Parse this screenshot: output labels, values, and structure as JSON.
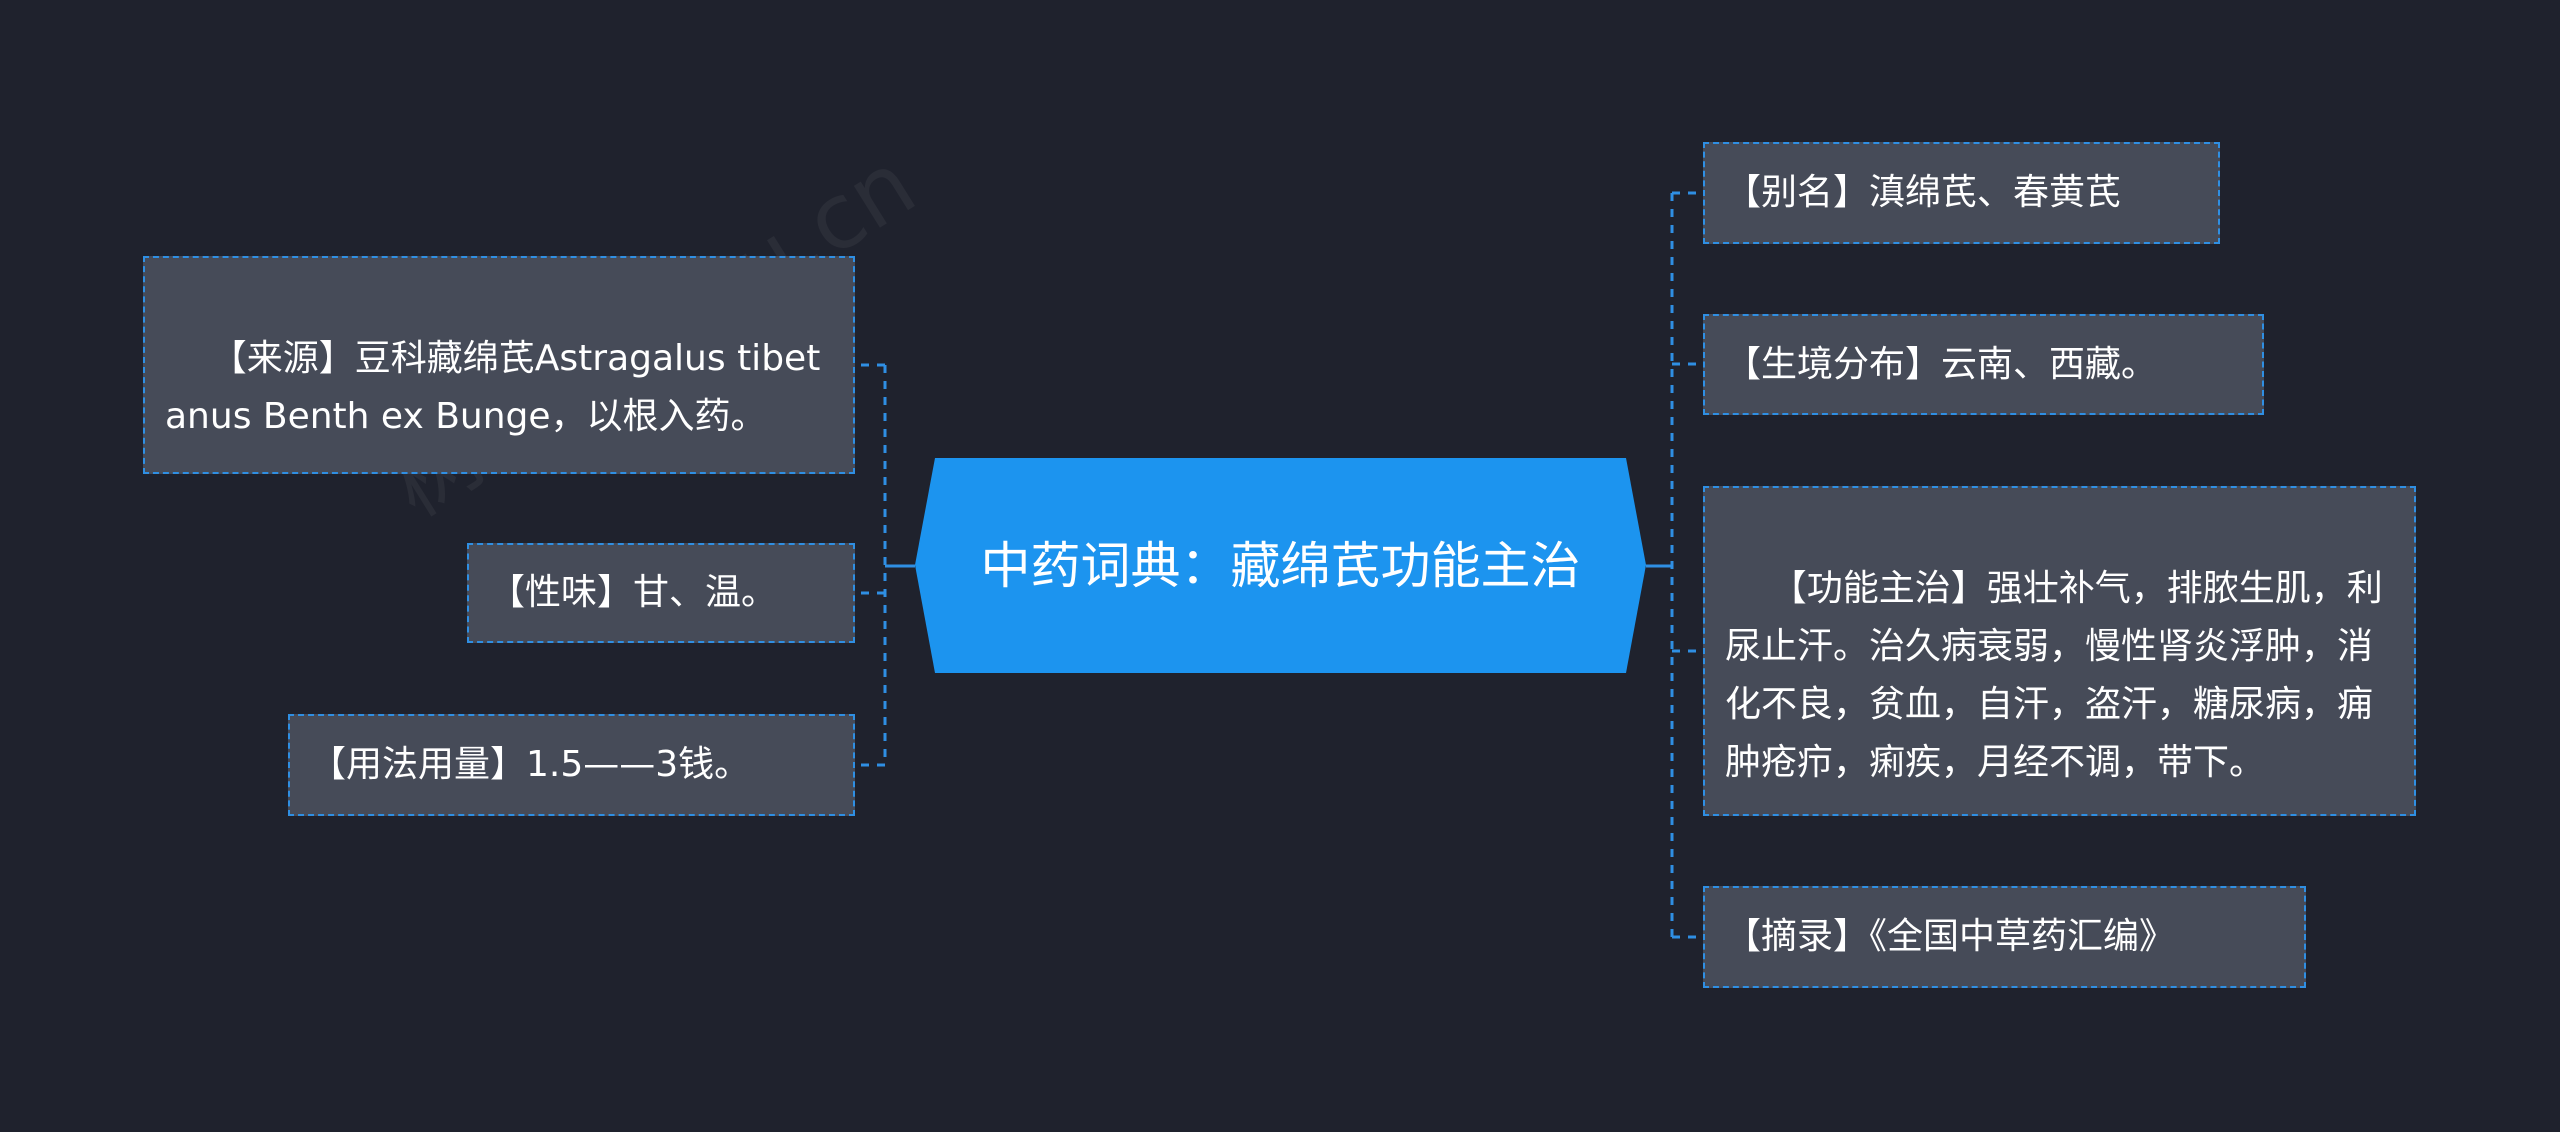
{
  "central": {
    "title": "中药词典：藏绵芪功能主治"
  },
  "left_nodes": [
    {
      "text": "【来源】豆科藏绵芪Astragalus tibetanus Benth ex Bunge，以根入药。"
    },
    {
      "text": "【性味】甘、温。"
    },
    {
      "text": "【用法用量】1.5——3钱。"
    }
  ],
  "right_nodes": [
    {
      "text": "【别名】滇绵芪、春黄芪"
    },
    {
      "text": "【生境分布】云南、西藏。"
    },
    {
      "text": "【功能主治】强壮补气，排脓生肌，利尿止汗。治久病衰弱，慢性肾炎浮肿，消化不良，贫血，自汗，盗汗，糖尿病，痈肿疮疖，痢疾，月经不调，带下。"
    },
    {
      "text": "【摘录】《全国中草药汇编》"
    }
  ],
  "watermark": "树图 shutu.cn",
  "colors": {
    "background": "#1f222d",
    "central_fill": "#1c94ef",
    "node_fill": "#464b58",
    "connector": "#2f8fe3",
    "text": "#ffffff"
  }
}
